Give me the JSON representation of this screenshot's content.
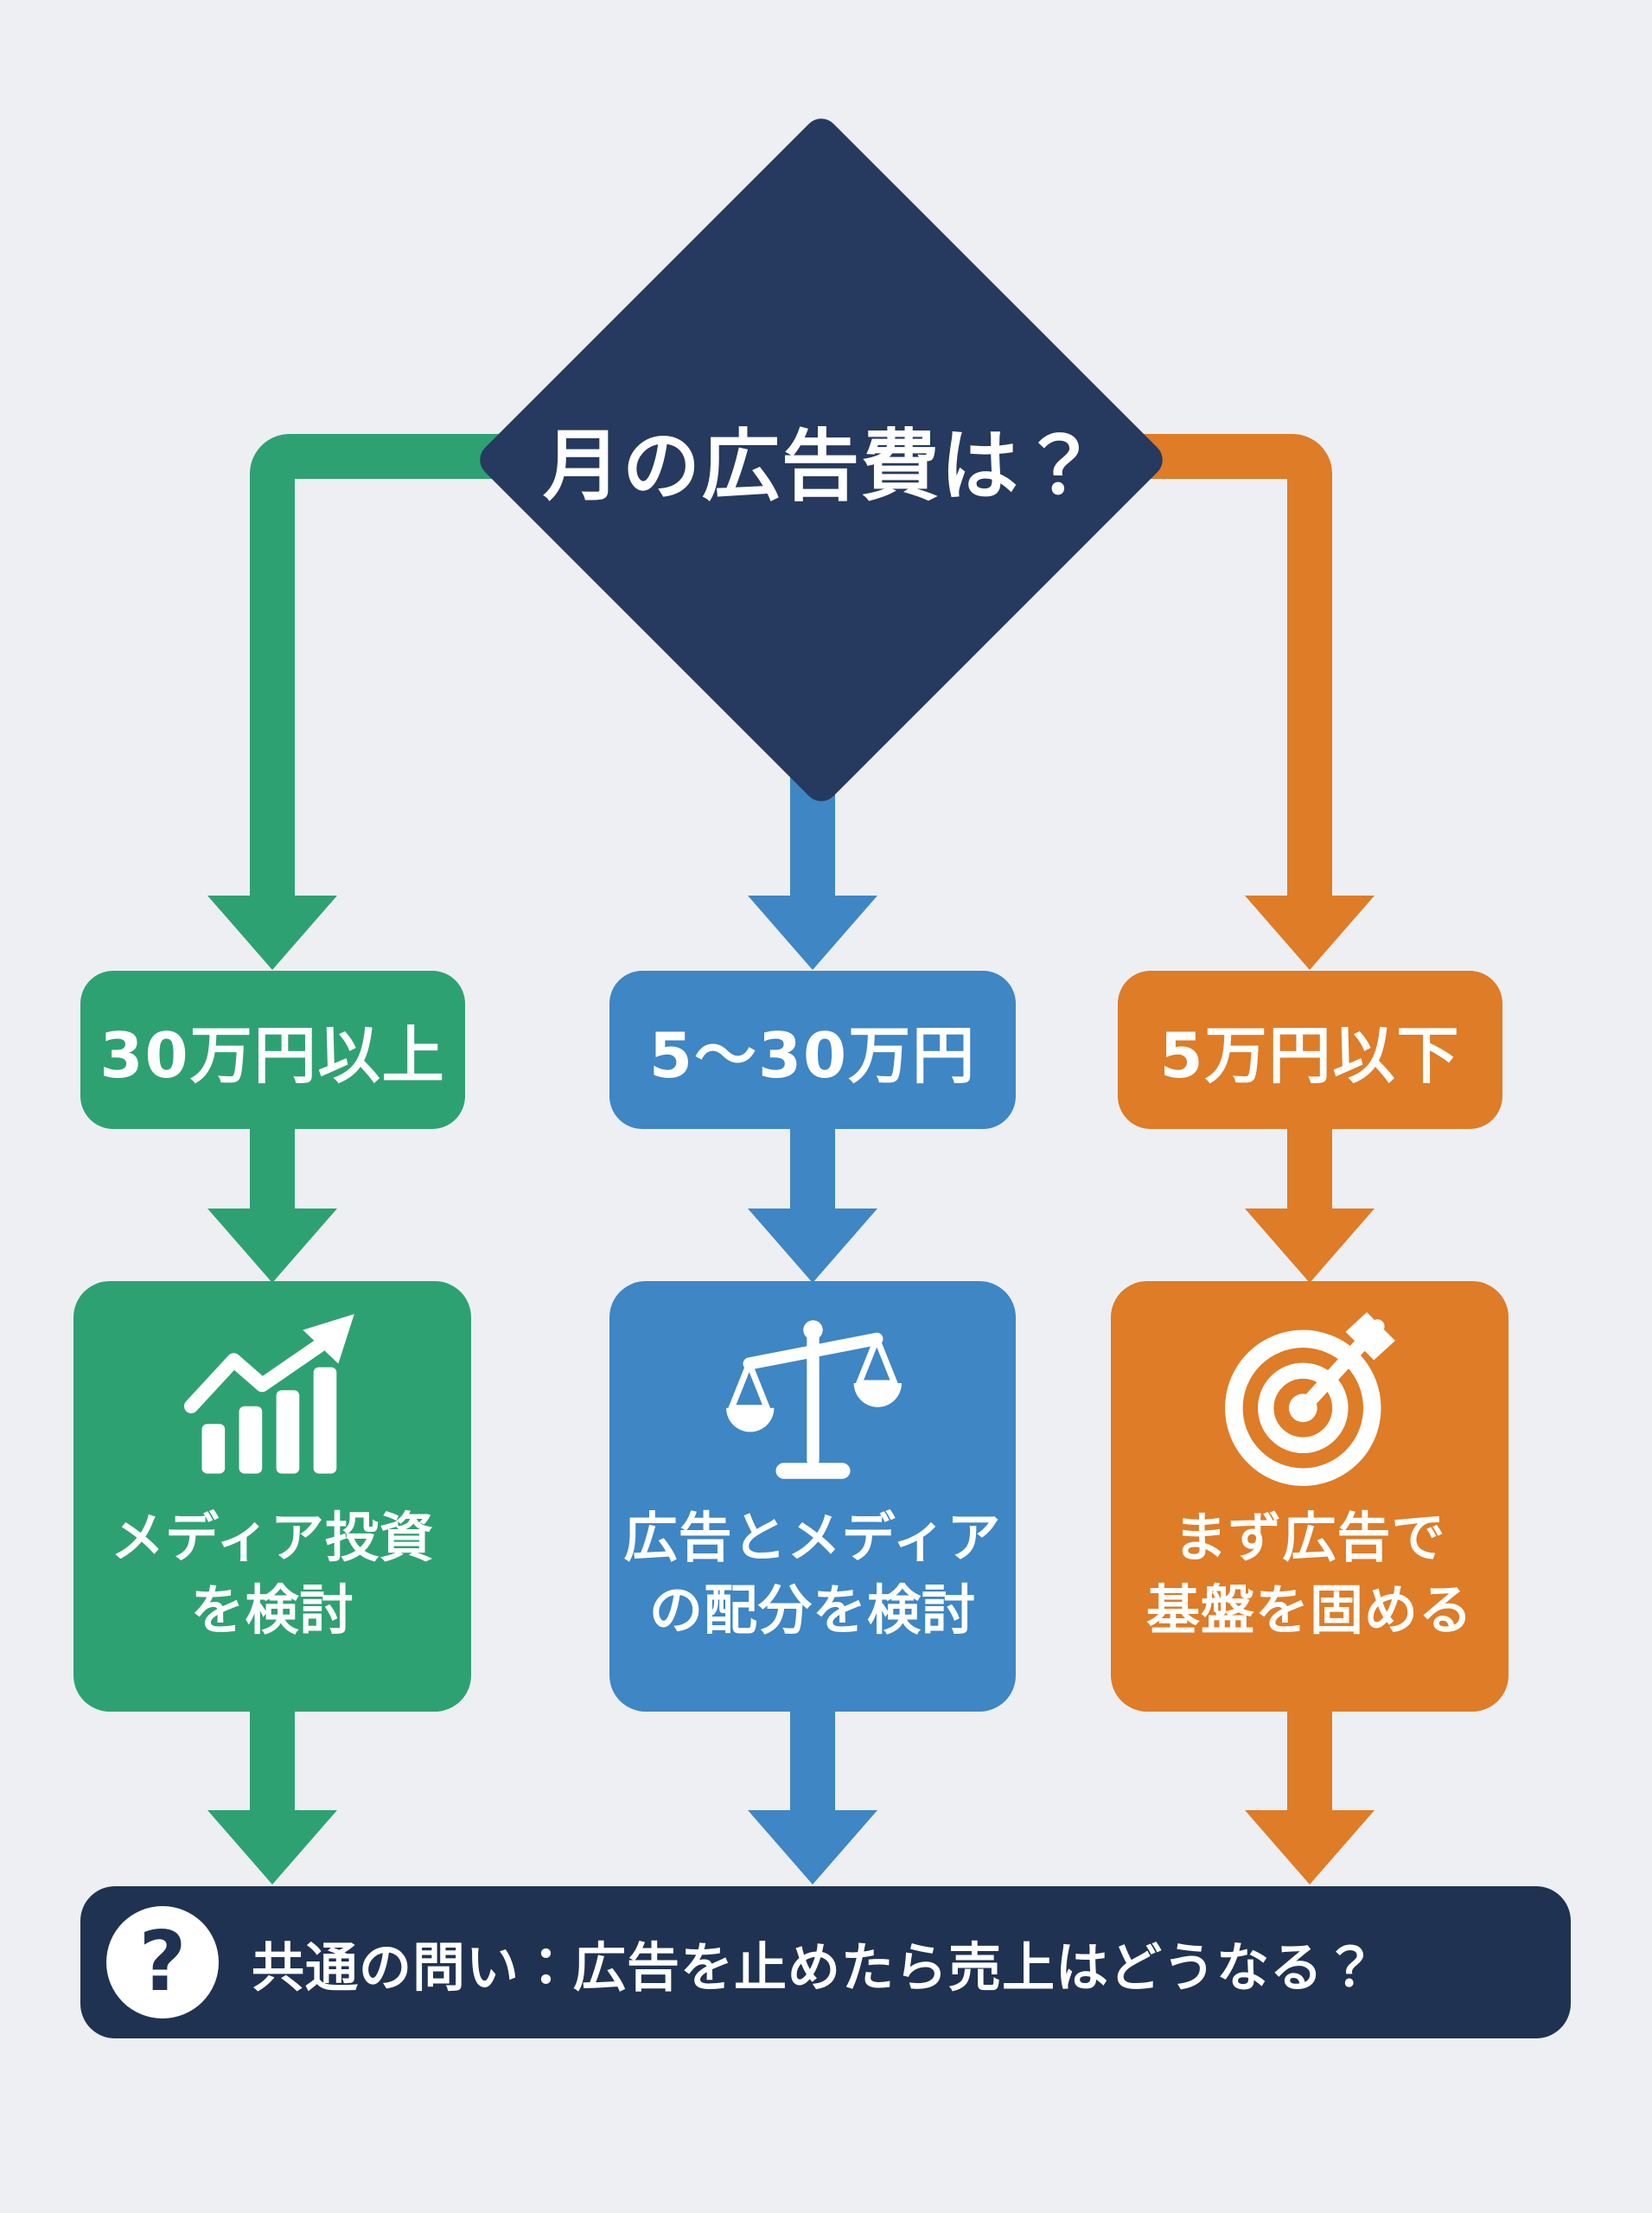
{
  "palette": {
    "background": "#edeff3",
    "diamond_navy": "#26395e",
    "footer_navy": "#1f3252",
    "green": "#2ea173",
    "blue": "#3e86c4",
    "orange": "#de7c27",
    "text_white": "#ffffff"
  },
  "decision": {
    "question": "月の広告費は？"
  },
  "branches": [
    {
      "id": "high-budget",
      "color": "#2ea173",
      "condition": "30万円以上",
      "icon": "bar-chart-growth-icon",
      "action_line1": "メディア投資",
      "action_line2": "を検討"
    },
    {
      "id": "mid-budget",
      "color": "#3e86c4",
      "condition": "5〜30万円",
      "icon": "balance-scale-icon",
      "action_line1": "広告とメディア",
      "action_line2": "の配分を検討"
    },
    {
      "id": "low-budget",
      "color": "#de7c27",
      "condition": "5万円以下",
      "icon": "target-arrow-icon",
      "action_line1": "まず広告で",
      "action_line2": "基盤を固める"
    }
  ],
  "footer": {
    "icon": "question-mark-icon",
    "question_mark": "?",
    "text": "共通の問い：広告を止めたら売上はどうなる？"
  }
}
